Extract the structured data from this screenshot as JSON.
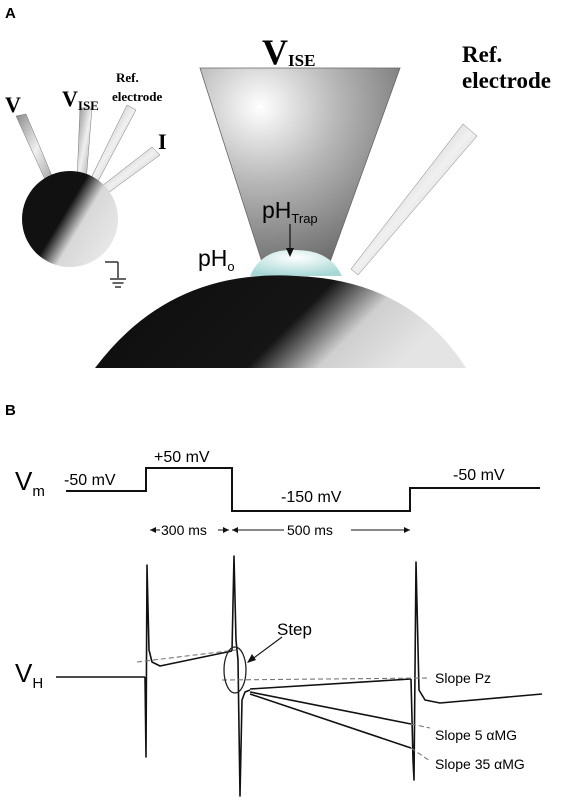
{
  "panel_a": {
    "label": "A",
    "small": {
      "v_label": "V",
      "vise_main": "V",
      "vise_sub": "ISE",
      "ref_line1": "Ref.",
      "ref_line2": "electrode",
      "i_label": "I"
    },
    "large": {
      "vise_main": "V",
      "vise_sub": "ISE",
      "ref_line1": "Ref.",
      "ref_line2": "electrode",
      "phtrap_main": "pH",
      "phtrap_sub": "Trap",
      "pho_main": "pH",
      "pho_sub": "o"
    }
  },
  "panel_b": {
    "label": "B",
    "vm_main": "V",
    "vm_sub": "m",
    "vh_main": "V",
    "vh_sub": "H",
    "levels": [
      "-50 mV",
      "+50 mV",
      "-150 mV",
      "-50 mV"
    ],
    "durations": [
      "300 ms",
      "500 ms"
    ],
    "step_label": "Step",
    "slopes": [
      "Slope Pz",
      "Slope 5 αMG",
      "Slope 35 αMG"
    ]
  }
}
